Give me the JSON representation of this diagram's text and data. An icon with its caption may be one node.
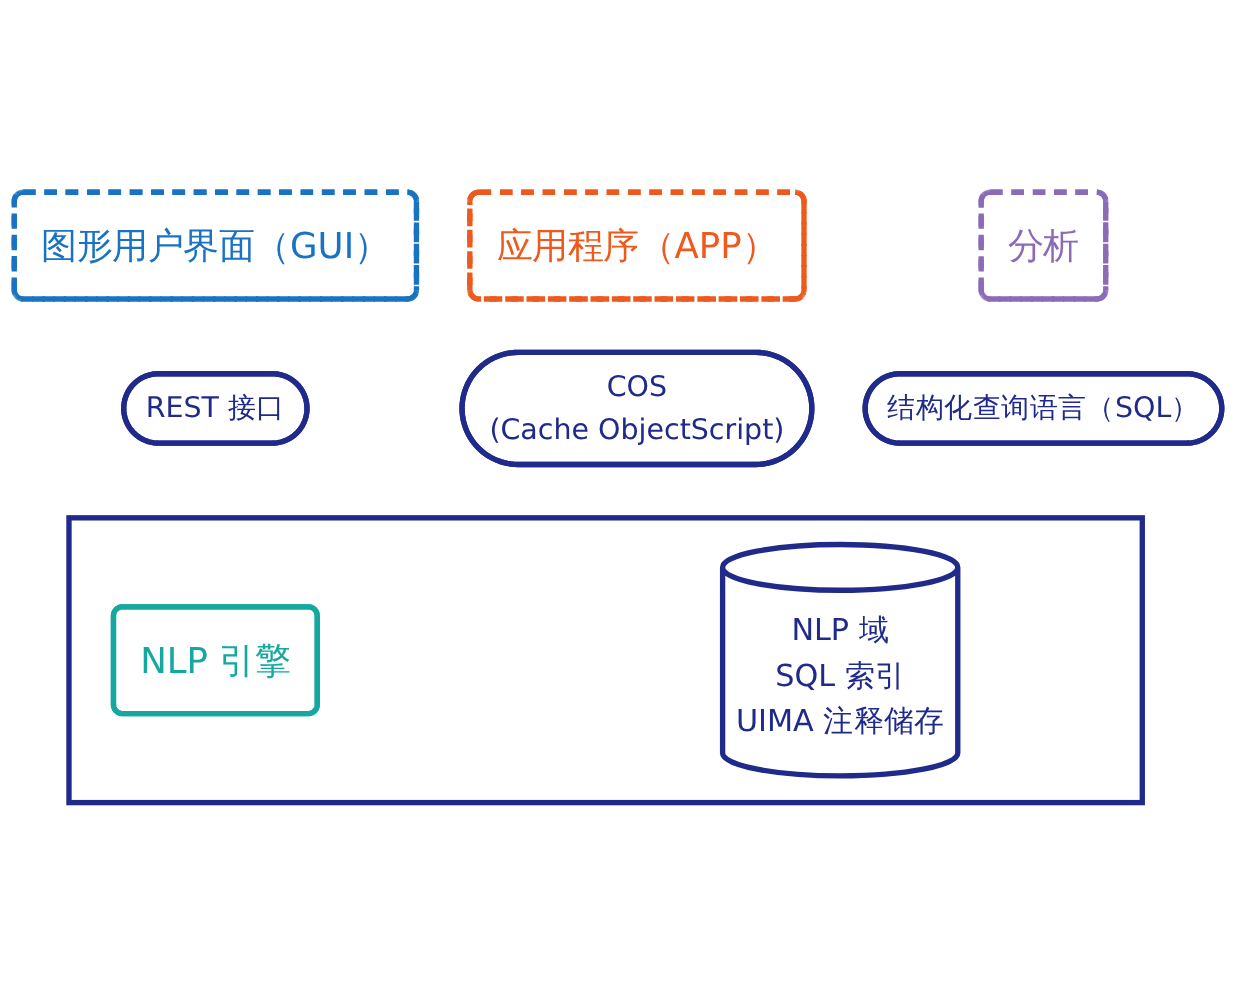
{
  "diagram": {
    "nodes": [
      {
        "text": [
          "图形用户界面（GUI）"
        ]
      },
      {
        "text": [
          "应用程序（APP）"
        ]
      },
      {
        "text": [
          "分析"
        ]
      },
      {
        "text": [
          "REST 接口"
        ]
      },
      {
        "text": [
          "COS",
          "(Cache ObjectScript)"
        ]
      },
      {
        "text": [
          "结构化查询语言（SQL）"
        ]
      },
      {
        "text": [],
        "shape": "box"
      },
      {
        "text": [
          "NLP 引擎"
        ],
        "in": 6
      },
      {
        "text": [
          "NLP 域",
          "SQL 索引",
          "UIMA 注释储存"
        ],
        "in": 6
      }
    ]
  }
}
